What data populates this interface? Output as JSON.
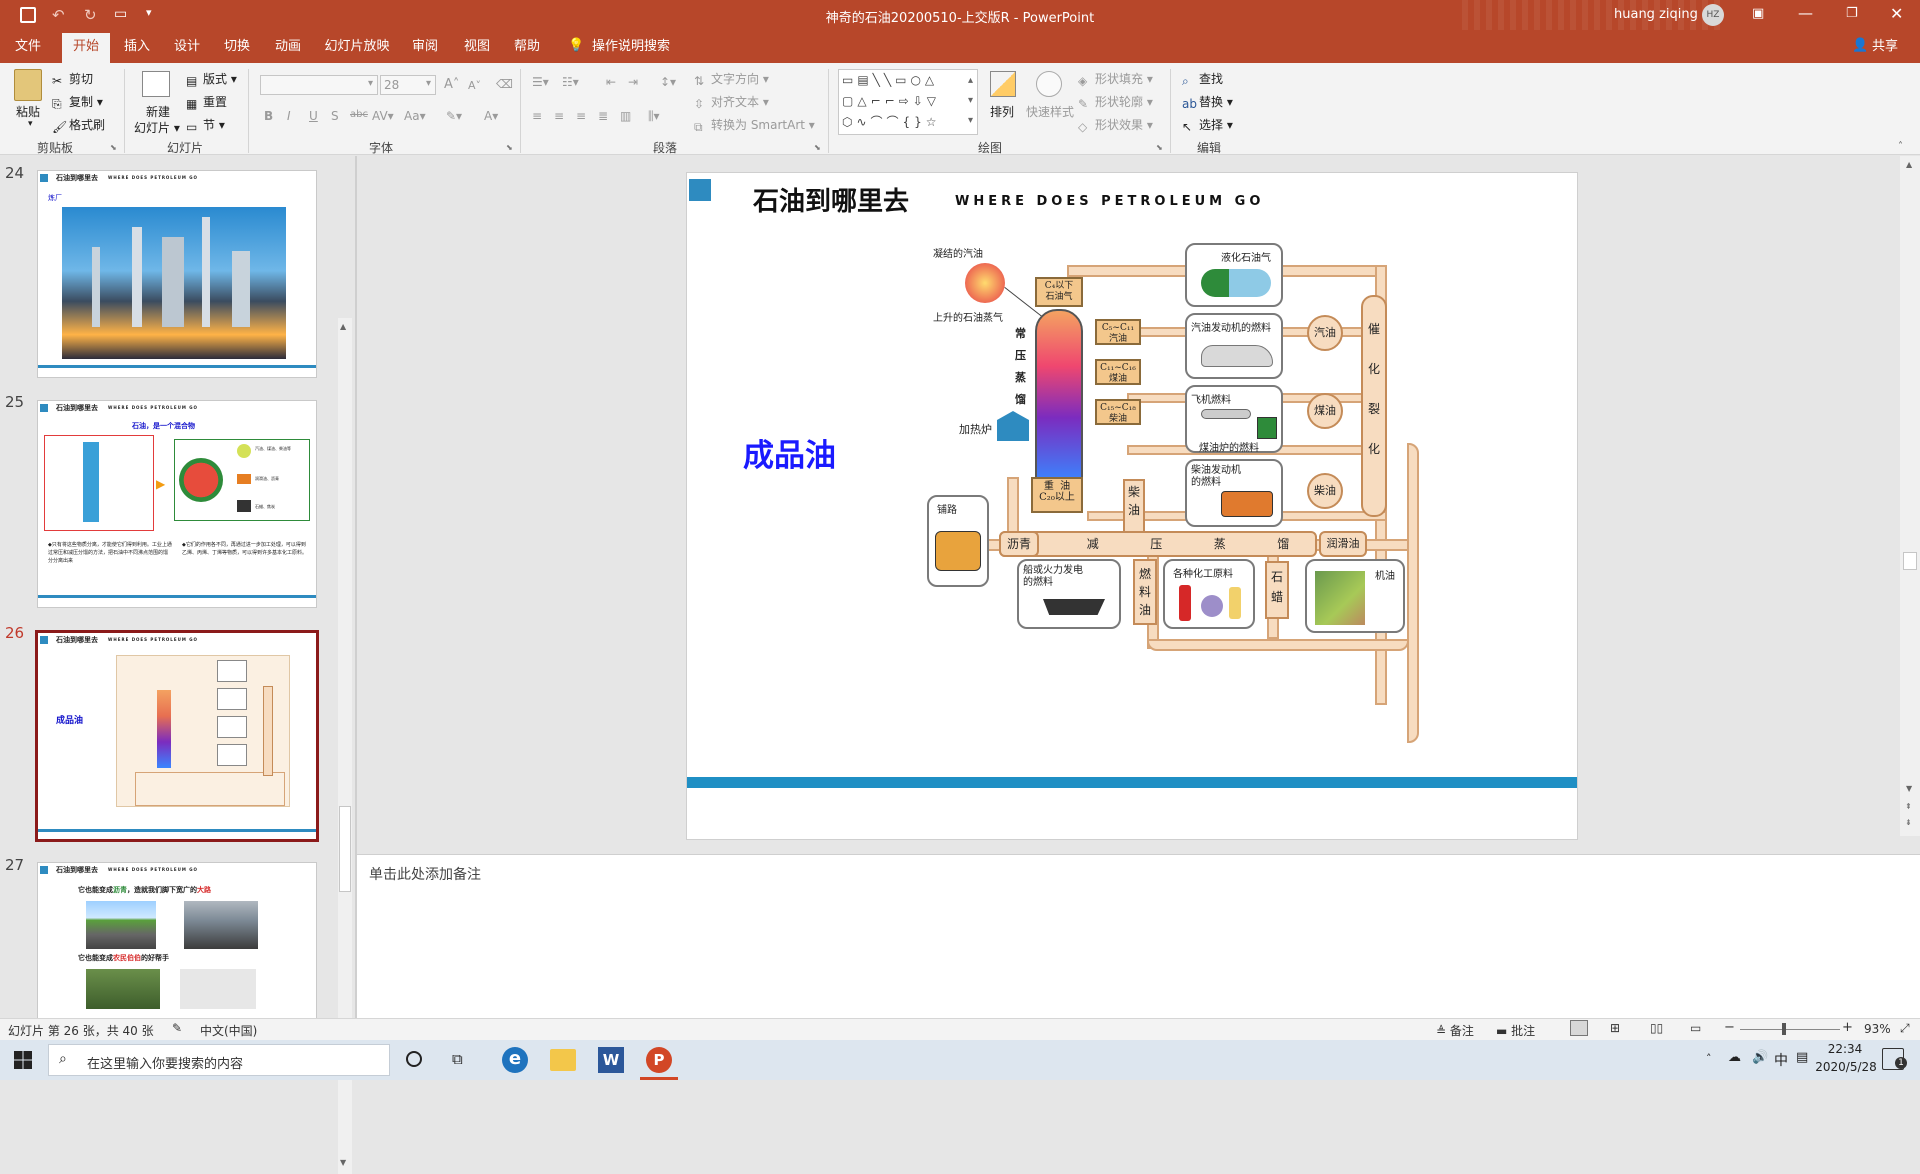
{
  "window": {
    "title": "神奇的石油20200510-上交版R  -  PowerPoint",
    "user": "huang ziqing",
    "user_initials": "HZ"
  },
  "menu_tabs": [
    "文件",
    "开始",
    "插入",
    "设计",
    "切换",
    "动画",
    "幻灯片放映",
    "审阅",
    "视图",
    "帮助"
  ],
  "tell_me": "操作说明搜索",
  "share": "共享",
  "ribbon": {
    "clipboard": {
      "paste": "粘贴",
      "cut": "剪切",
      "copy": "复制",
      "format_painter": "格式刷",
      "label": "剪贴板"
    },
    "slides": {
      "new_slide_1": "新建",
      "new_slide_2": "幻灯片",
      "layout": "版式",
      "reset": "重置",
      "section": "节",
      "label": "幻灯片"
    },
    "font": {
      "size": "28",
      "label": "字体",
      "bold": "B",
      "italic": "I",
      "underline": "U",
      "strike": "S",
      "abc": "abc",
      "av": "AV",
      "aa": "Aa",
      "a": "A",
      "grow": "A",
      "shrink": "A"
    },
    "paragraph": {
      "text_direction": "文字方向",
      "align_text": "对齐文本",
      "smartart": "转换为 SmartArt",
      "label": "段落"
    },
    "drawing": {
      "arrange": "排列",
      "quick_styles": "快速样式",
      "shape_fill": "形状填充",
      "shape_outline": "形状轮廓",
      "shape_effects": "形状效果",
      "label": "绘图"
    },
    "editing": {
      "find": "查找",
      "replace": "替换",
      "select": "选择",
      "label": "编辑"
    }
  },
  "thumbnails": [
    {
      "num": "24",
      "title": "石油到哪里去",
      "subtitle": "WHERE DOES PETROLEUM GO",
      "caption": "炼厂"
    },
    {
      "num": "25",
      "title": "石油到哪里去",
      "subtitle": "WHERE DOES PETROLEUM GO",
      "caption": "石油，是一个混合物",
      "text_left": "◆只有将这些物质分离，才能使它们得到利用。工业上通过常压和减压分馏的方法，把石油中不同沸点范围的馏分分离出来",
      "text_right": "◆它们的作用各不同，再通过进一步加工处理，可以得到乙烯、丙烯、丁烯等物质，可以得到许多基本化工原料。",
      "legend1": "汽油、煤油、柴油等",
      "legend2": "润滑油、沥青",
      "legend3": "石蜡、焦炭"
    },
    {
      "num": "26",
      "title": "石油到哪里去",
      "subtitle": "WHERE DOES PETROLEUM GO",
      "caption": "成品油"
    },
    {
      "num": "27",
      "title": "石油到哪里去",
      "subtitle": "WHERE DOES PETROLEUM GO",
      "line1a": "它也能变成",
      "line1b": "沥青",
      "line1c": "，造就我们脚下宽广的",
      "line1d": "大路",
      "line2a": "它也能变成",
      "line2b": "农民伯伯",
      "line2c": "的好帮手"
    }
  ],
  "slide": {
    "title": "石油到哪里去",
    "subtitle": "WHERE DOES PETROLEUM GO",
    "main_label": "成品油",
    "diagram": {
      "condensed_gasoline": "凝结的汽油",
      "rising_vapor": "上升的石油蒸气",
      "heater": "加热炉",
      "column": [
        "常",
        "压",
        "蒸",
        "馏"
      ],
      "c4": "C₄以下\n石油气",
      "c5": "C₅~C₁₁\n汽油",
      "c11": "C₁₁~C₁₆\n煤油",
      "c15": "C₁₅~C₁₈\n柴油",
      "heavy": "重  油\nC₂₀以上",
      "diesel_v": [
        "柴",
        "油"
      ],
      "lpg": "液化石油气",
      "car_fuel": "汽油发动机的燃料",
      "jet_fuel": "飞机燃料",
      "stove_fuel": "煤油炉的燃料",
      "diesel_engine": "柴油发动机\n的燃料",
      "circ_gasoline": "汽油",
      "circ_kerosene": "煤油",
      "circ_diesel": "柴油",
      "cracking": [
        "催",
        "化",
        "裂",
        "化"
      ],
      "road": "铺路",
      "asphalt": "沥青",
      "vacuum": [
        "减",
        "压",
        "蒸",
        "馏"
      ],
      "lube": "润滑油",
      "ship": "船或火力发电\n的燃料",
      "fuel_oil": [
        "燃",
        "料",
        "油"
      ],
      "chemicals": "各种化工原料",
      "wax": [
        "石",
        "蜡"
      ],
      "engine_oil": "机油"
    }
  },
  "notes_placeholder": "单击此处添加备注",
  "status": {
    "slide_info": "幻灯片 第 26 张，共 40 张",
    "language": "中文(中国)",
    "notes": "备注",
    "comments": "批注",
    "zoom": "93%"
  },
  "taskbar": {
    "search_placeholder": "在这里输入你要搜索的内容",
    "time": "22:34",
    "date": "2020/5/28",
    "ime": "中",
    "notify_count": "1"
  }
}
